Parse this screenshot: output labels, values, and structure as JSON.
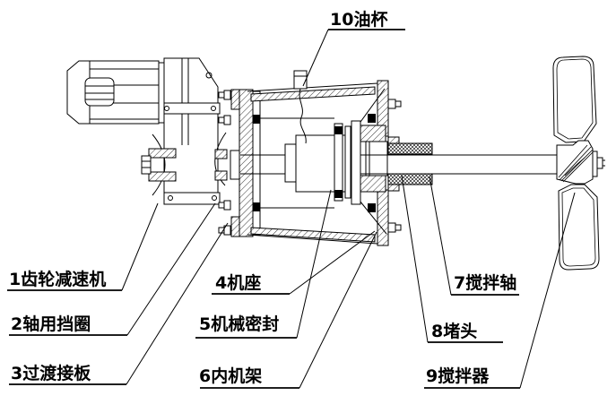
{
  "colors": {
    "line": "#000000",
    "background": "#ffffff"
  },
  "diagram": {
    "type": "technical-assembly-drawing",
    "labels": [
      {
        "id": "oil-cup",
        "num": "10",
        "text": "10油杯"
      },
      {
        "id": "gear-reducer",
        "num": "1",
        "text": "1齿轮减速机"
      },
      {
        "id": "shaft-retaining-ring",
        "num": "2",
        "text": "2轴用挡圈"
      },
      {
        "id": "transition-plate",
        "num": "3",
        "text": "3过渡接板"
      },
      {
        "id": "machine-base",
        "num": "4",
        "text": "4机座"
      },
      {
        "id": "mechanical-seal",
        "num": "5",
        "text": "5机械密封"
      },
      {
        "id": "inner-frame",
        "num": "6",
        "text": "6内机架"
      },
      {
        "id": "agitator-shaft",
        "num": "7",
        "text": "7搅拌轴"
      },
      {
        "id": "plug",
        "num": "8",
        "text": "8堵头"
      },
      {
        "id": "agitator",
        "num": "9",
        "text": "9搅拌器"
      }
    ]
  }
}
